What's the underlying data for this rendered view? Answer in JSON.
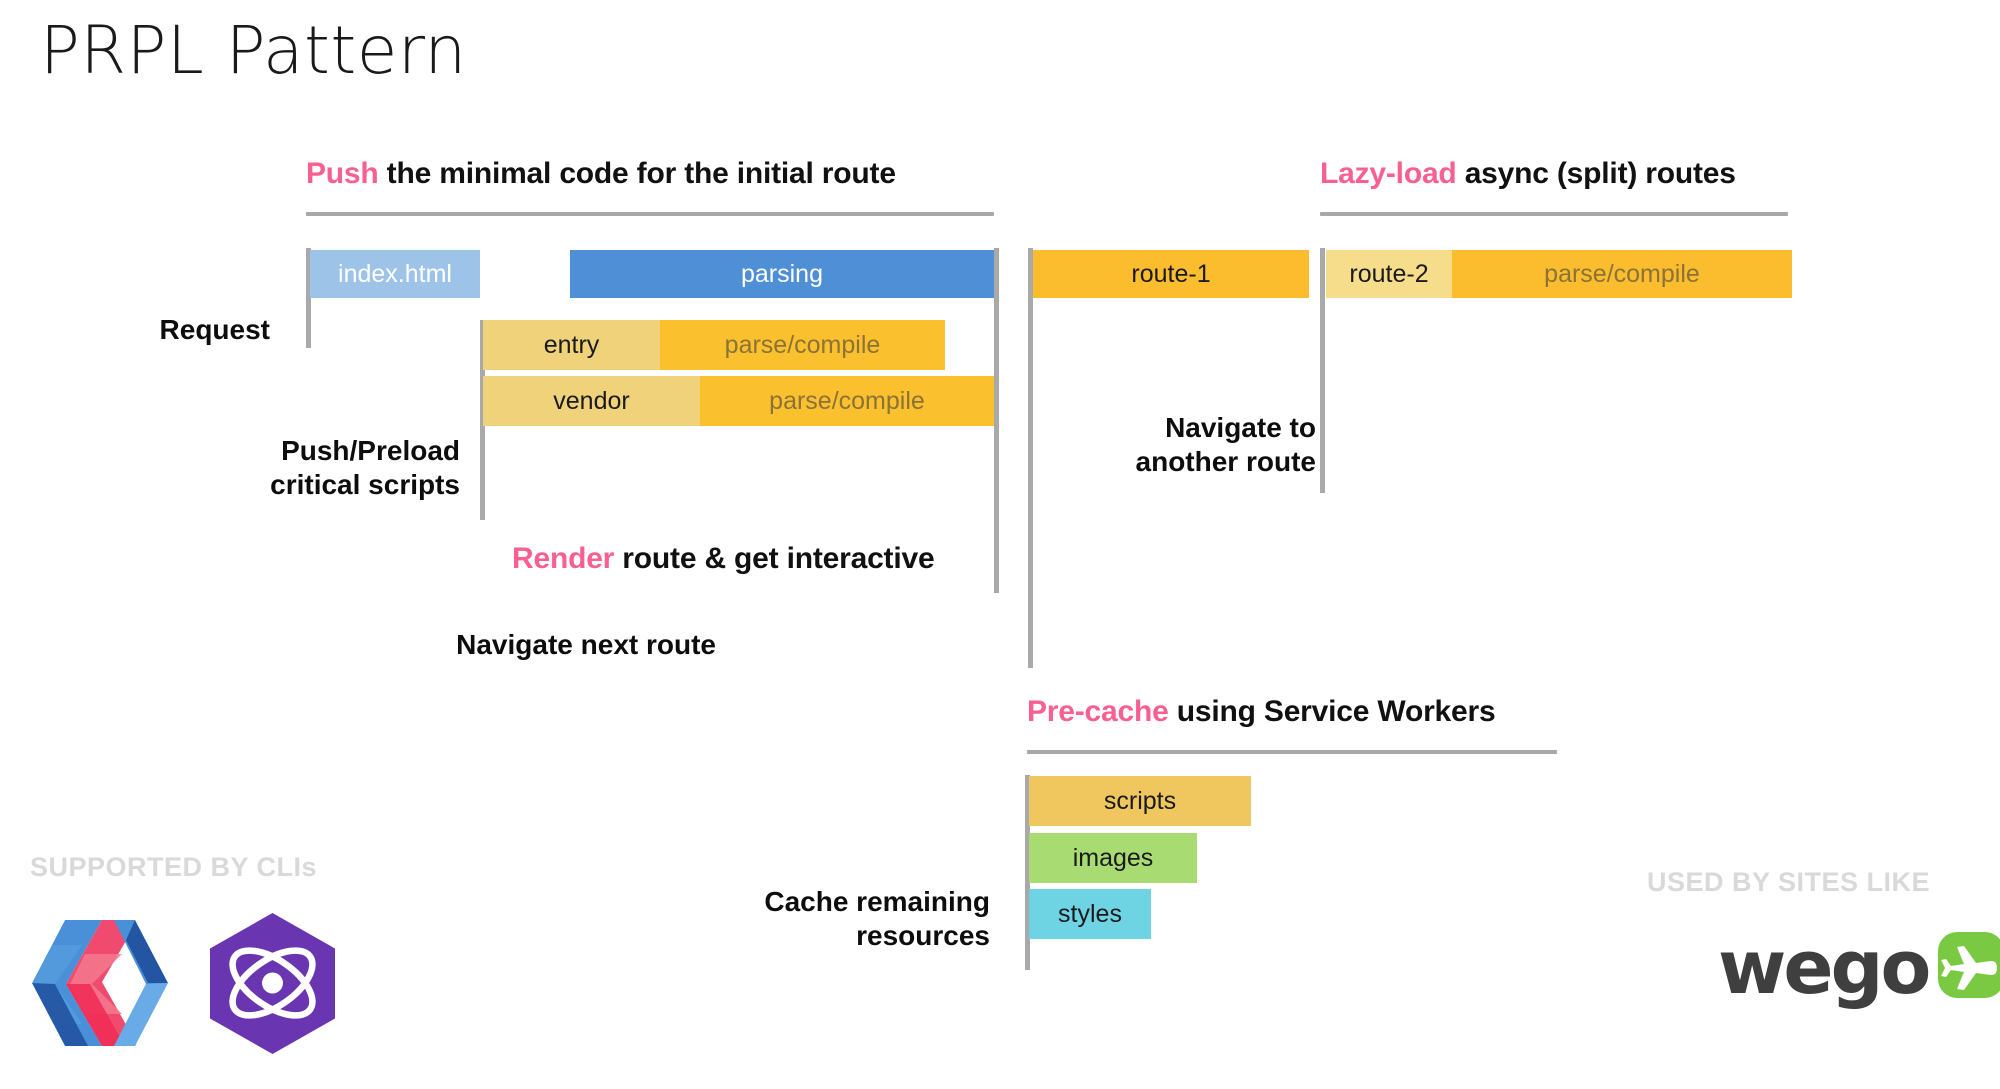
{
  "slide": {
    "title": "PRPL Pattern",
    "accent_pink": "#f8608f",
    "rule_color": "#a8a8a8",
    "guide_color": "#a9a9a9"
  },
  "sections": {
    "push": {
      "keyword": "Push",
      "rest": " the minimal code for the initial route"
    },
    "lazy": {
      "keyword": "Lazy-load",
      "rest": " async (split) routes"
    },
    "render": {
      "keyword": "Render",
      "rest": " route & get interactive"
    },
    "precache": {
      "keyword": "Pre-cache",
      "rest": " using Service Workers"
    }
  },
  "labels": {
    "request": "Request",
    "push_preload": "Push/Preload\ncritical scripts",
    "navigate_next": "Navigate next route",
    "navigate_another": "Navigate to\nanother route",
    "cache_remaining": "Cache remaining\nresources"
  },
  "timeline": {
    "initial_route": {
      "name": "Push the minimal code for the initial route",
      "bars": [
        {
          "name": "index-html-bar",
          "segments": [
            {
              "label": "index.html",
              "color": "#9dc3e9",
              "text_color": "#ffffff"
            }
          ]
        },
        {
          "name": "parsing-bar",
          "segments": [
            {
              "label": "parsing",
              "color": "#4e8fd6",
              "text_color": "#ffffff"
            }
          ]
        },
        {
          "name": "entry-bar",
          "segments": [
            {
              "label": "entry",
              "color": "#efd279",
              "text_color": "#1a1a1a"
            },
            {
              "label": "parse/compile",
              "color": "#fbc02d",
              "text_color": "#8a7238"
            }
          ]
        },
        {
          "name": "vendor-bar",
          "segments": [
            {
              "label": "vendor",
              "color": "#efd279",
              "text_color": "#1a1a1a"
            },
            {
              "label": "parse/compile",
              "color": "#fbc02d",
              "text_color": "#8a7238"
            }
          ]
        }
      ]
    },
    "lazy_routes": {
      "name": "Lazy-load async (split) routes",
      "bars": [
        {
          "name": "route-1-bar",
          "segments": [
            {
              "label": "route-1",
              "color": "#fbbd2e",
              "text_color": "#1a1a1a"
            }
          ]
        },
        {
          "name": "route-2-bar",
          "segments": [
            {
              "label": "route-2",
              "color": "#f6dd8b",
              "text_color": "#1a1a1a"
            },
            {
              "label": "parse/compile",
              "color": "#fbbd2e",
              "text_color": "#8a7238"
            }
          ]
        }
      ]
    },
    "precache": {
      "name": "Pre-cache using Service Workers",
      "bars": [
        {
          "name": "scripts-bar",
          "label": "scripts",
          "color": "#efc75e",
          "text_color": "#1a1a1a"
        },
        {
          "name": "images-bar",
          "label": "images",
          "color": "#a8dc72",
          "text_color": "#1a1a1a"
        },
        {
          "name": "styles-bar",
          "label": "styles",
          "color": "#6ed4e4",
          "text_color": "#1a1a1a"
        }
      ]
    }
  },
  "footers": {
    "left_caption": "SUPPORTED BY CLIs",
    "right_caption": "USED BY SITES LIKE",
    "logos": {
      "polymer": "polymer-logo",
      "preact": "preact-atom-logo",
      "wego": "wego"
    }
  }
}
